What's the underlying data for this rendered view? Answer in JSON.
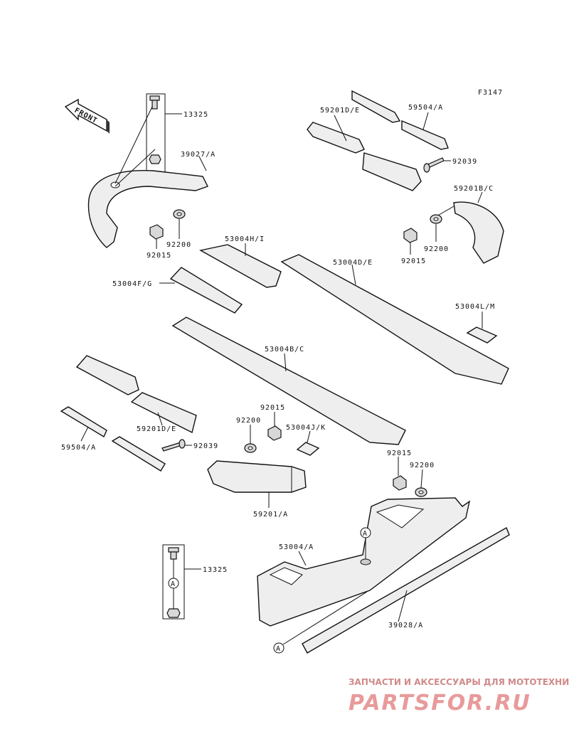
{
  "diagram_id": "F3147",
  "front_label": "FRONT",
  "callout_marker": "A",
  "labels": {
    "p13325_top": "13325",
    "p39027": "39027/A",
    "p92200_l": "92200",
    "p92015_l": "92015",
    "p59201de_top": "59201D/E",
    "p59504_top": "59504/A",
    "p92039_top": "92039",
    "p59201bc": "59201B/C",
    "p92200_r": "92200",
    "p92015_r": "92015",
    "p53004hi": "53004H/I",
    "p53004de": "53004D/E",
    "p53004fg": "53004F/G",
    "p53004lm": "53004L/M",
    "p53004bc": "53004B/C",
    "p59201de_bot": "59201D/E",
    "p59504_bot": "59504/A",
    "p92039_bot": "92039",
    "p92015_mid": "92015",
    "p92200_mid": "92200",
    "p53004jk": "53004J/K",
    "p59201a": "59201/A",
    "p92015_br": "92015",
    "p92200_br": "92200",
    "p13325_bot": "13325",
    "p53004a": "53004/A",
    "p39028": "39028/A"
  },
  "watermark": {
    "line1": "ЗАПЧАСТИ И АКСЕССУАРЫ ДЛЯ МОТОТЕХНИКИ",
    "line2": "PARTSFOR.RU"
  }
}
